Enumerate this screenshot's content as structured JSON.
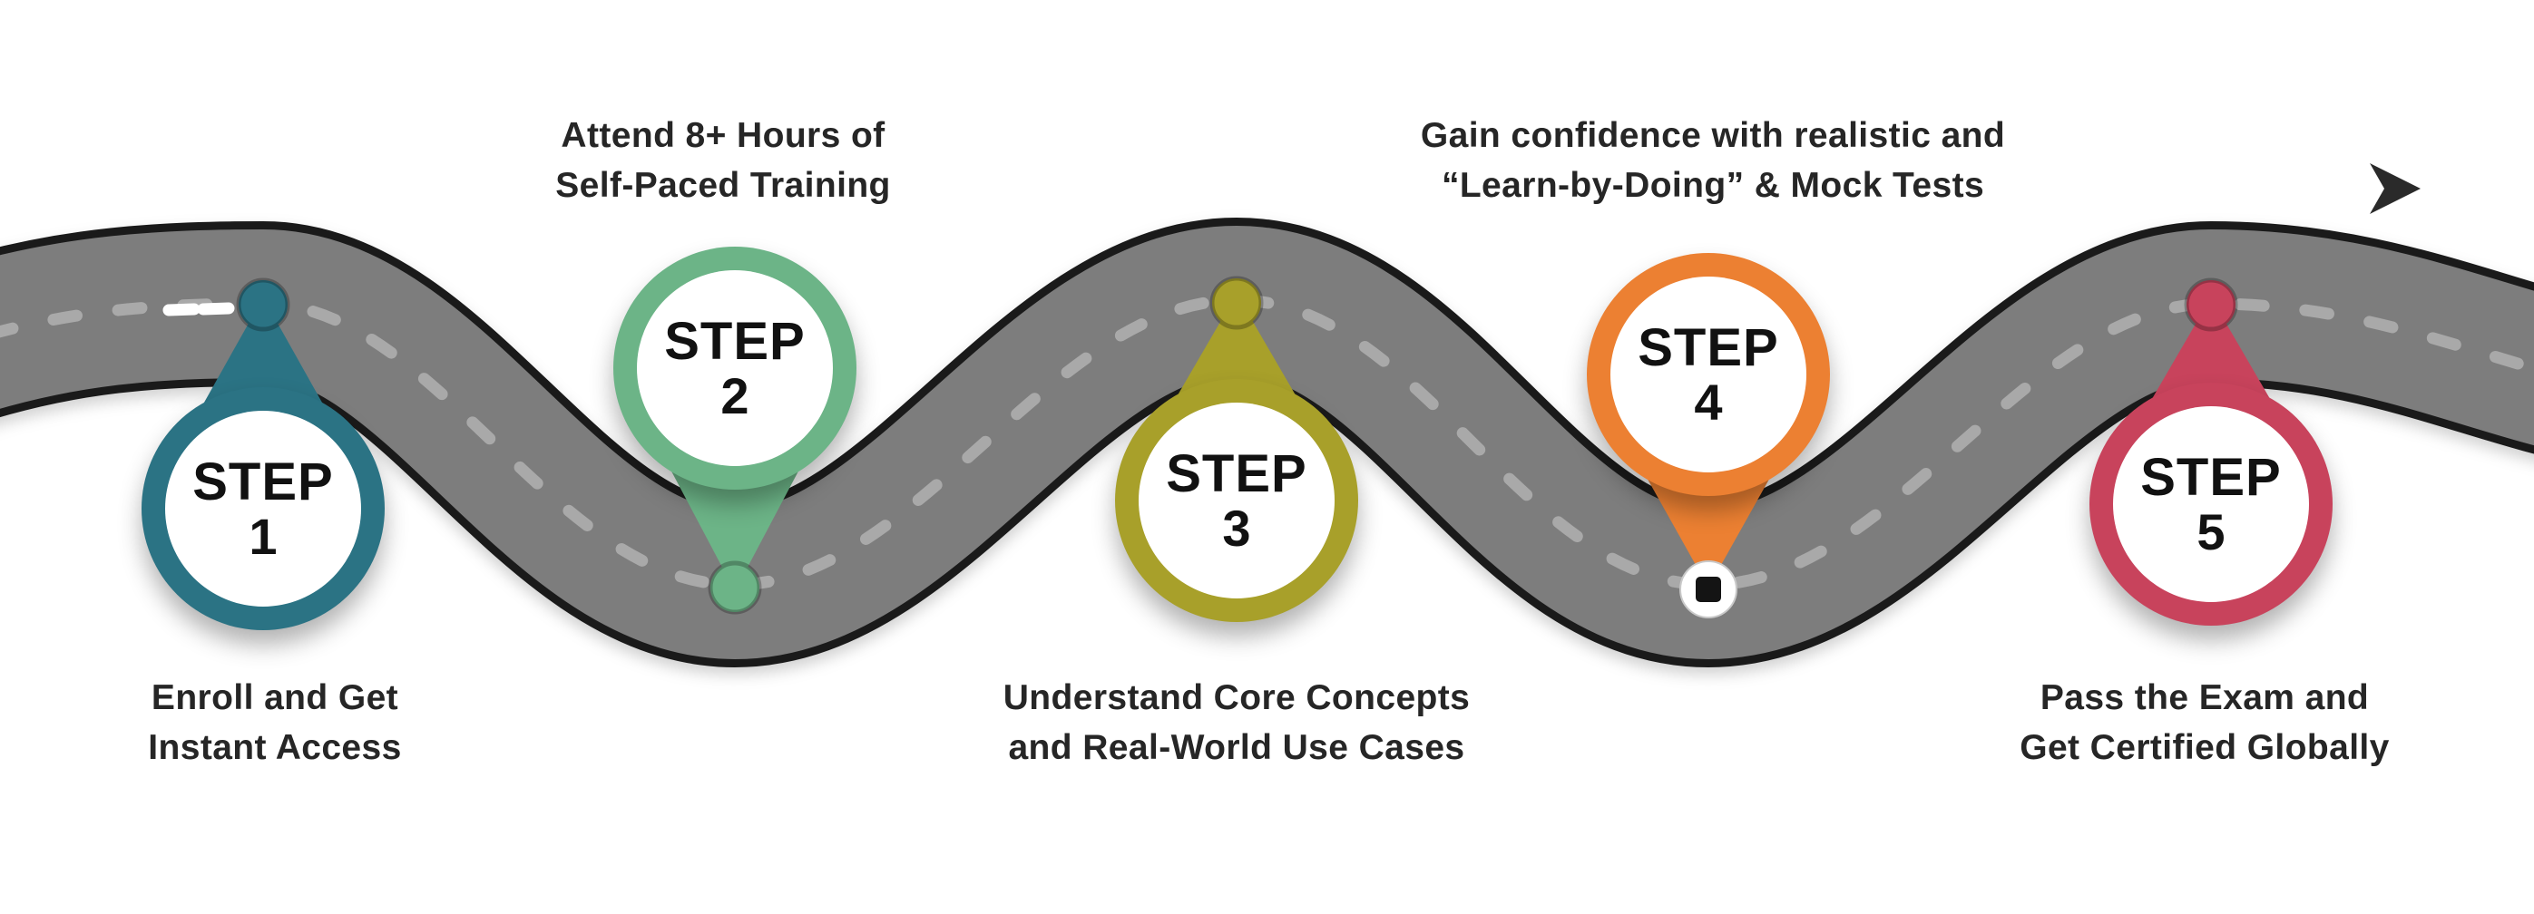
{
  "road": {
    "surface_color": "#7d7d7d",
    "edge_color": "#1a1a1a",
    "dash_color": "#a9a9a9",
    "highlight_dash_color": "#ffffff",
    "end_arrow_color": "#2a2a2a"
  },
  "marker": {
    "ring_color": "#ffffff",
    "ring_outline_color": "#c9c9c9",
    "square_color": "#141414"
  },
  "steps": [
    {
      "label": "STEP",
      "number": "1",
      "color": "#2b7384",
      "caption_line1": "Enroll and Get",
      "caption_line2": "Instant Access",
      "caption_position": "below"
    },
    {
      "label": "STEP",
      "number": "2",
      "color": "#6cb487",
      "caption_line1": "Attend 8+ Hours of",
      "caption_line2": "Self-Paced Training",
      "caption_position": "above"
    },
    {
      "label": "STEP",
      "number": "3",
      "color": "#a8a02a",
      "caption_line1": "Understand Core Concepts",
      "caption_line2": "and Real-World Use Cases",
      "caption_position": "below"
    },
    {
      "label": "STEP",
      "number": "4",
      "color": "#ec8032",
      "caption_line1": "Gain confidence with realistic and",
      "caption_line2": "“Learn-by-Doing” & Mock Tests",
      "caption_position": "above"
    },
    {
      "label": "STEP",
      "number": "5",
      "color": "#c8435c",
      "caption_line1": "Pass the Exam and",
      "caption_line2": "Get Certified Globally",
      "caption_position": "below"
    }
  ]
}
